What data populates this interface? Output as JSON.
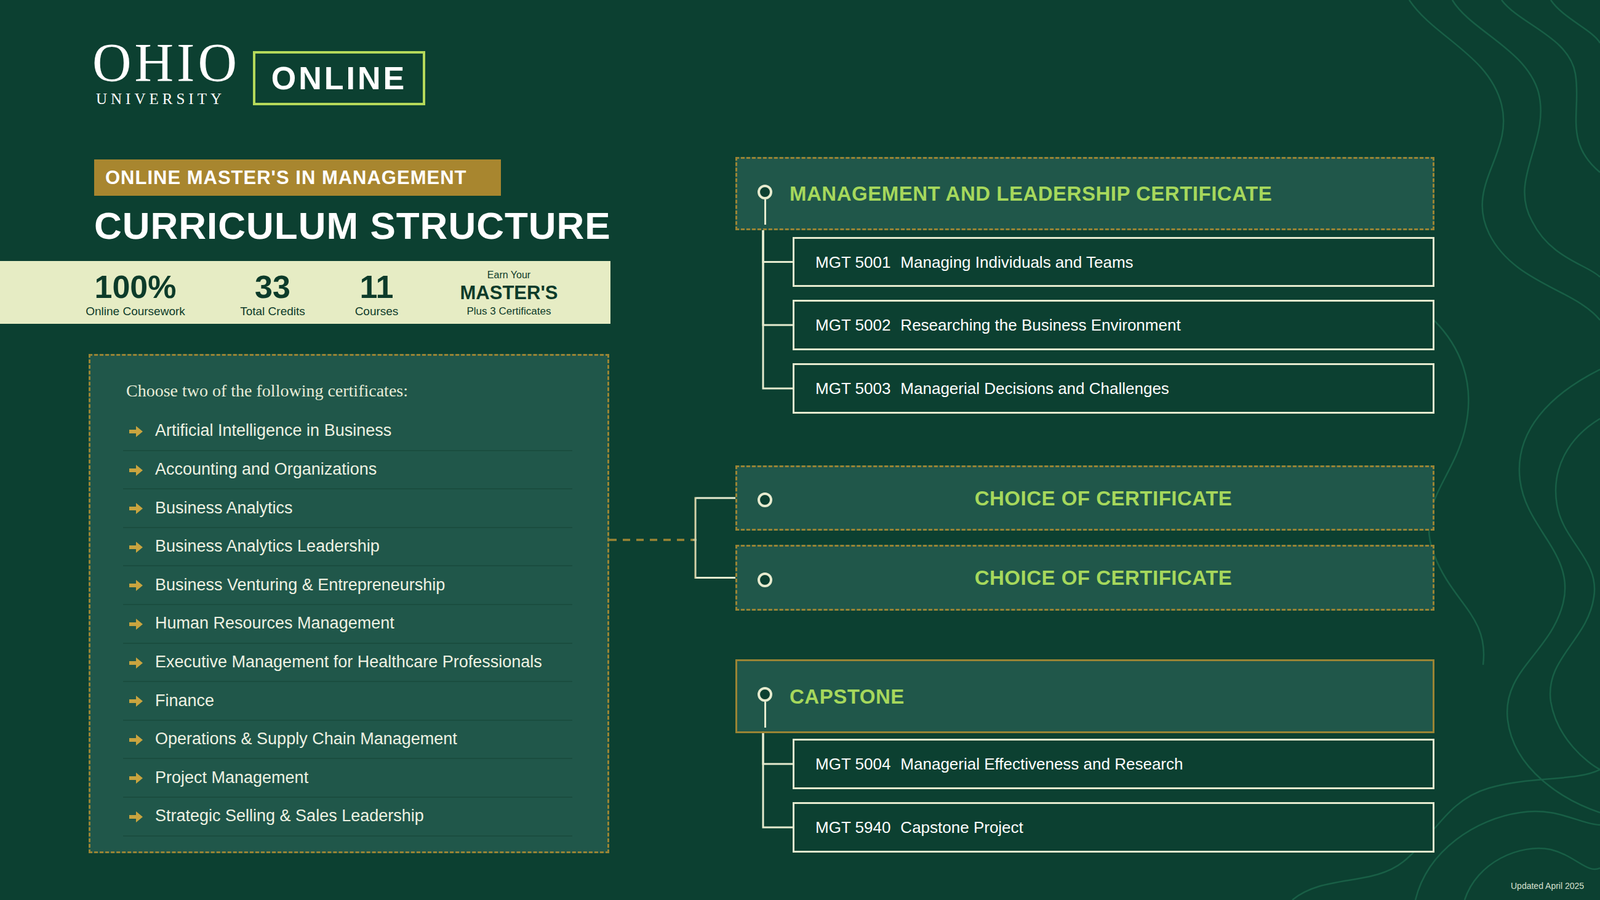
{
  "diagram": {
    "title": "CURRICULUM STRUCTURE",
    "nodes": [
      {
        "text": [
          "ONLINE"
        ]
      },
      {
        "text": [
          "ONLINE MASTER'S IN MANAGEMENT"
        ]
      },
      {
        "text": [
          "100%",
          "Online Coursework",
          "33",
          "Total Credits",
          "11",
          "Courses",
          "Earn Your",
          "MASTER'S",
          "Plus 3 Certificates"
        ]
      },
      {
        "text": [
          "Choose two of the following certificates:",
          "Artificial Intelligence in Business",
          "Accounting and Organizations",
          "Business Analytics",
          "Business Analytics Leadership",
          "Business Venturing & Entrepreneurship",
          "Human Resources Management",
          "Executive Management for Healthcare Professionals",
          "Finance",
          "Operations & Supply Chain Management",
          "Project Management",
          "Strategic Selling & Sales Leadership"
        ]
      },
      {
        "text": [
          "MANAGEMENT AND LEADERSHIP CERTIFICATE"
        ]
      },
      {
        "text": [
          "MGT 5001",
          "Managing Individuals and Teams"
        ]
      },
      {
        "text": [
          "MGT 5002",
          "Researching the Business Environment"
        ]
      },
      {
        "text": [
          "MGT 5003",
          "Managerial Decisions and Challenges"
        ]
      },
      {
        "text": [
          "CHOICE OF CERTIFICATE"
        ]
      },
      {
        "text": [
          "CHOICE OF CERTIFICATE"
        ]
      },
      {
        "text": [
          "CAPSTONE"
        ]
      },
      {
        "text": [
          "MGT 5004",
          "Managerial Effectiveness and Research"
        ]
      },
      {
        "text": [
          "MGT 5940",
          "Capstone Project"
        ]
      }
    ],
    "edges": [
      {
        "from": 4,
        "to": 5,
        "arrow": "none"
      },
      {
        "from": 4,
        "to": 6,
        "arrow": "none"
      },
      {
        "from": 4,
        "to": 7,
        "arrow": "none"
      },
      {
        "from": 3,
        "to": 8,
        "arrow": "none"
      },
      {
        "from": 3,
        "to": 9,
        "arrow": "none"
      },
      {
        "from": 10,
        "to": 11,
        "arrow": "none"
      },
      {
        "from": 10,
        "to": 12,
        "arrow": "none"
      }
    ],
    "labels": [
      "OHIO",
      "UNIVERSITY",
      "Updated April 2025"
    ]
  }
}
